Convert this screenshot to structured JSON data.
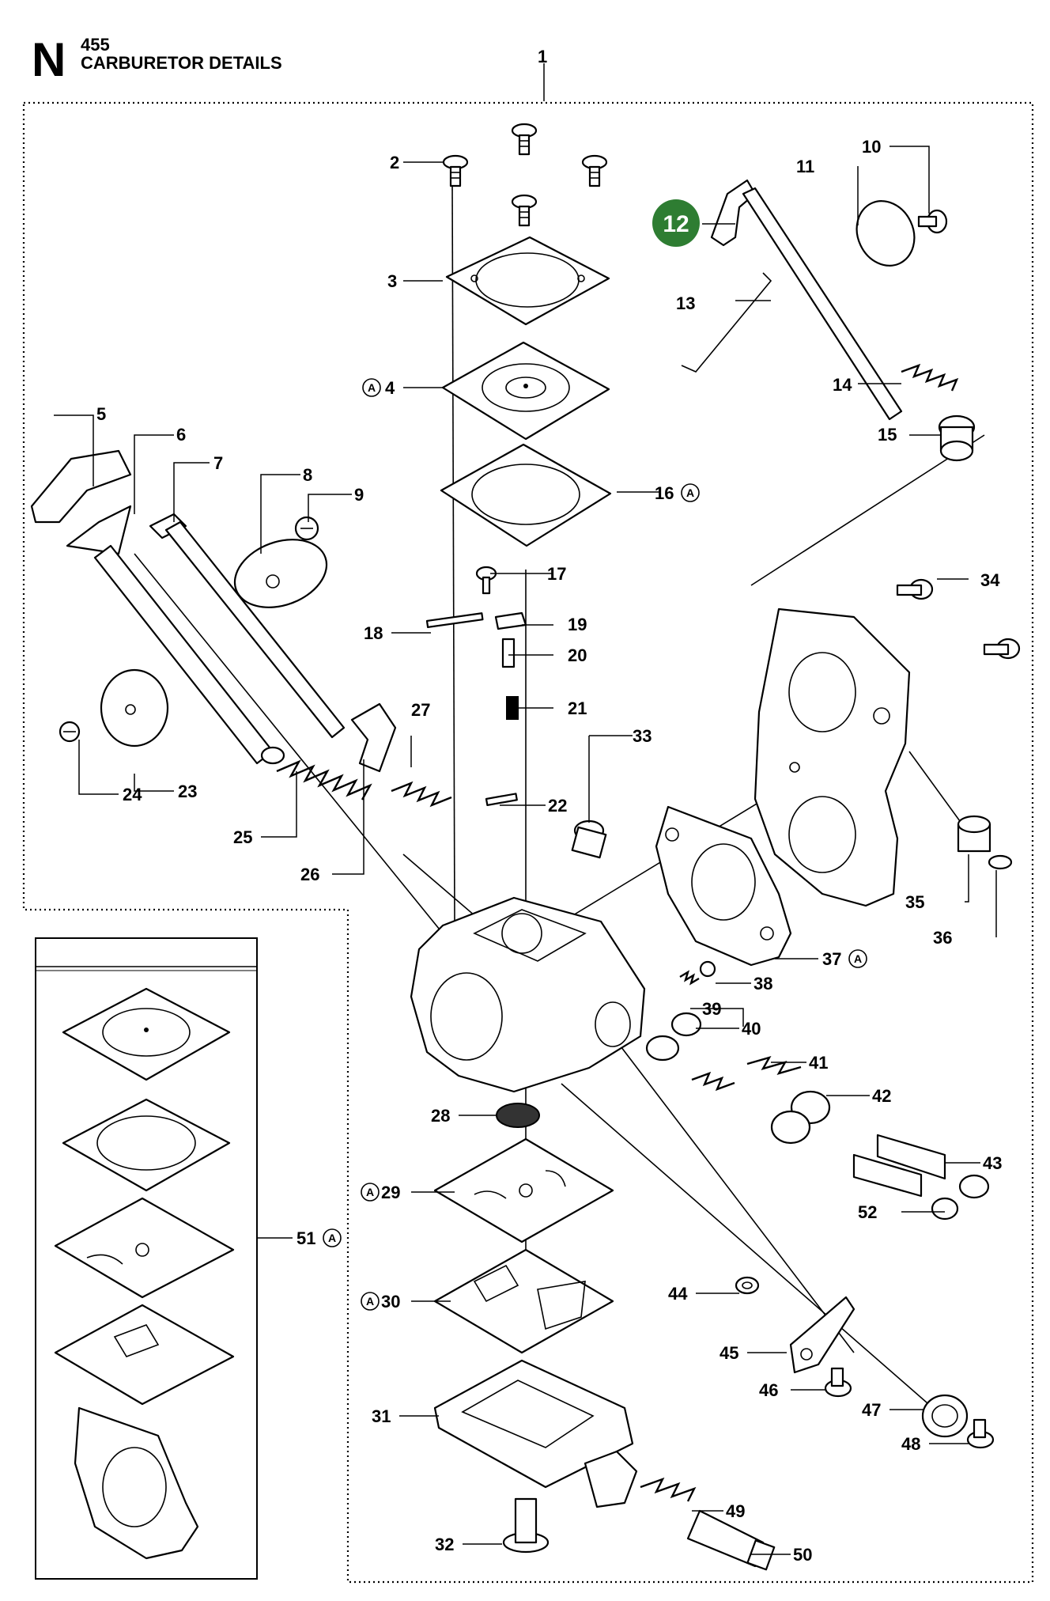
{
  "header": {
    "section_letter": "N",
    "model": "455",
    "title": "CARBURETOR DETAILS"
  },
  "highlight": {
    "label": "12",
    "color": "#2e7d32"
  },
  "kit_marker": "A",
  "labels": {
    "p1": "1",
    "p2": "2",
    "p3": "3",
    "p4": "4",
    "p5": "5",
    "p6": "6",
    "p7": "7",
    "p8": "8",
    "p9": "9",
    "p10": "10",
    "p11": "11",
    "p13": "13",
    "p14": "14",
    "p15": "15",
    "p16": "16",
    "p17": "17",
    "p18": "18",
    "p19": "19",
    "p20": "20",
    "p21": "21",
    "p22": "22",
    "p23": "23",
    "p24": "24",
    "p25": "25",
    "p26": "26",
    "p27": "27",
    "p28": "28",
    "p29": "29",
    "p30": "30",
    "p31": "31",
    "p32": "32",
    "p33": "33",
    "p34": "34",
    "p35": "35",
    "p36": "36",
    "p37": "37",
    "p38": "38",
    "p39": "39",
    "p40": "40",
    "p41": "41",
    "p42": "42",
    "p43": "43",
    "p44": "44",
    "p45": "45",
    "p46": "46",
    "p47": "47",
    "p48": "48",
    "p49": "49",
    "p50": "50",
    "p51": "51",
    "p52": "52"
  }
}
